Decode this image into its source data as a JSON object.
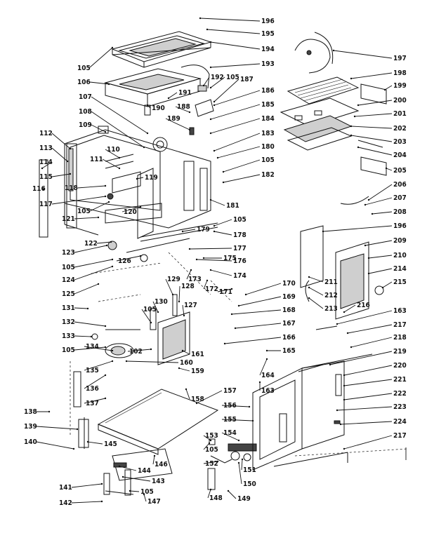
{
  "diagram": {
    "labels": [
      "196",
      "195",
      "194",
      "197",
      "198",
      "199",
      "200",
      "201",
      "202",
      "203",
      "204",
      "205",
      "105",
      "106",
      "193",
      "192",
      "105",
      "187",
      "191",
      "190",
      "188",
      "189",
      "186",
      "185",
      "184",
      "183",
      "180",
      "105",
      "182",
      "181",
      "107",
      "108",
      "109",
      "112",
      "113",
      "114",
      "115",
      "116",
      "117",
      "118",
      "119",
      "110",
      "111",
      "105",
      "120",
      "121",
      "122",
      "123",
      "105",
      "124",
      "126",
      "125",
      "179",
      "178",
      "105",
      "177",
      "176",
      "175",
      "174",
      "173",
      "172",
      "171",
      "170",
      "169",
      "168",
      "167",
      "166",
      "165",
      "164",
      "163",
      "131",
      "132",
      "133",
      "105",
      "134",
      "135",
      "136",
      "137",
      "102",
      "161",
      "160",
      "159",
      "158",
      "157",
      "156",
      "155",
      "154",
      "153",
      "152",
      "151",
      "150",
      "149",
      "148",
      "147",
      "146",
      "145",
      "144",
      "143",
      "142",
      "141",
      "140",
      "139",
      "138",
      "105",
      "130",
      "129",
      "128",
      "127",
      "105",
      "206",
      "207",
      "208",
      "196",
      "209",
      "210",
      "214",
      "215",
      "211",
      "212",
      "213",
      "216",
      "163",
      "217",
      "218",
      "219",
      "220",
      "221",
      "222",
      "223",
      "224",
      "217",
      "105"
    ]
  }
}
